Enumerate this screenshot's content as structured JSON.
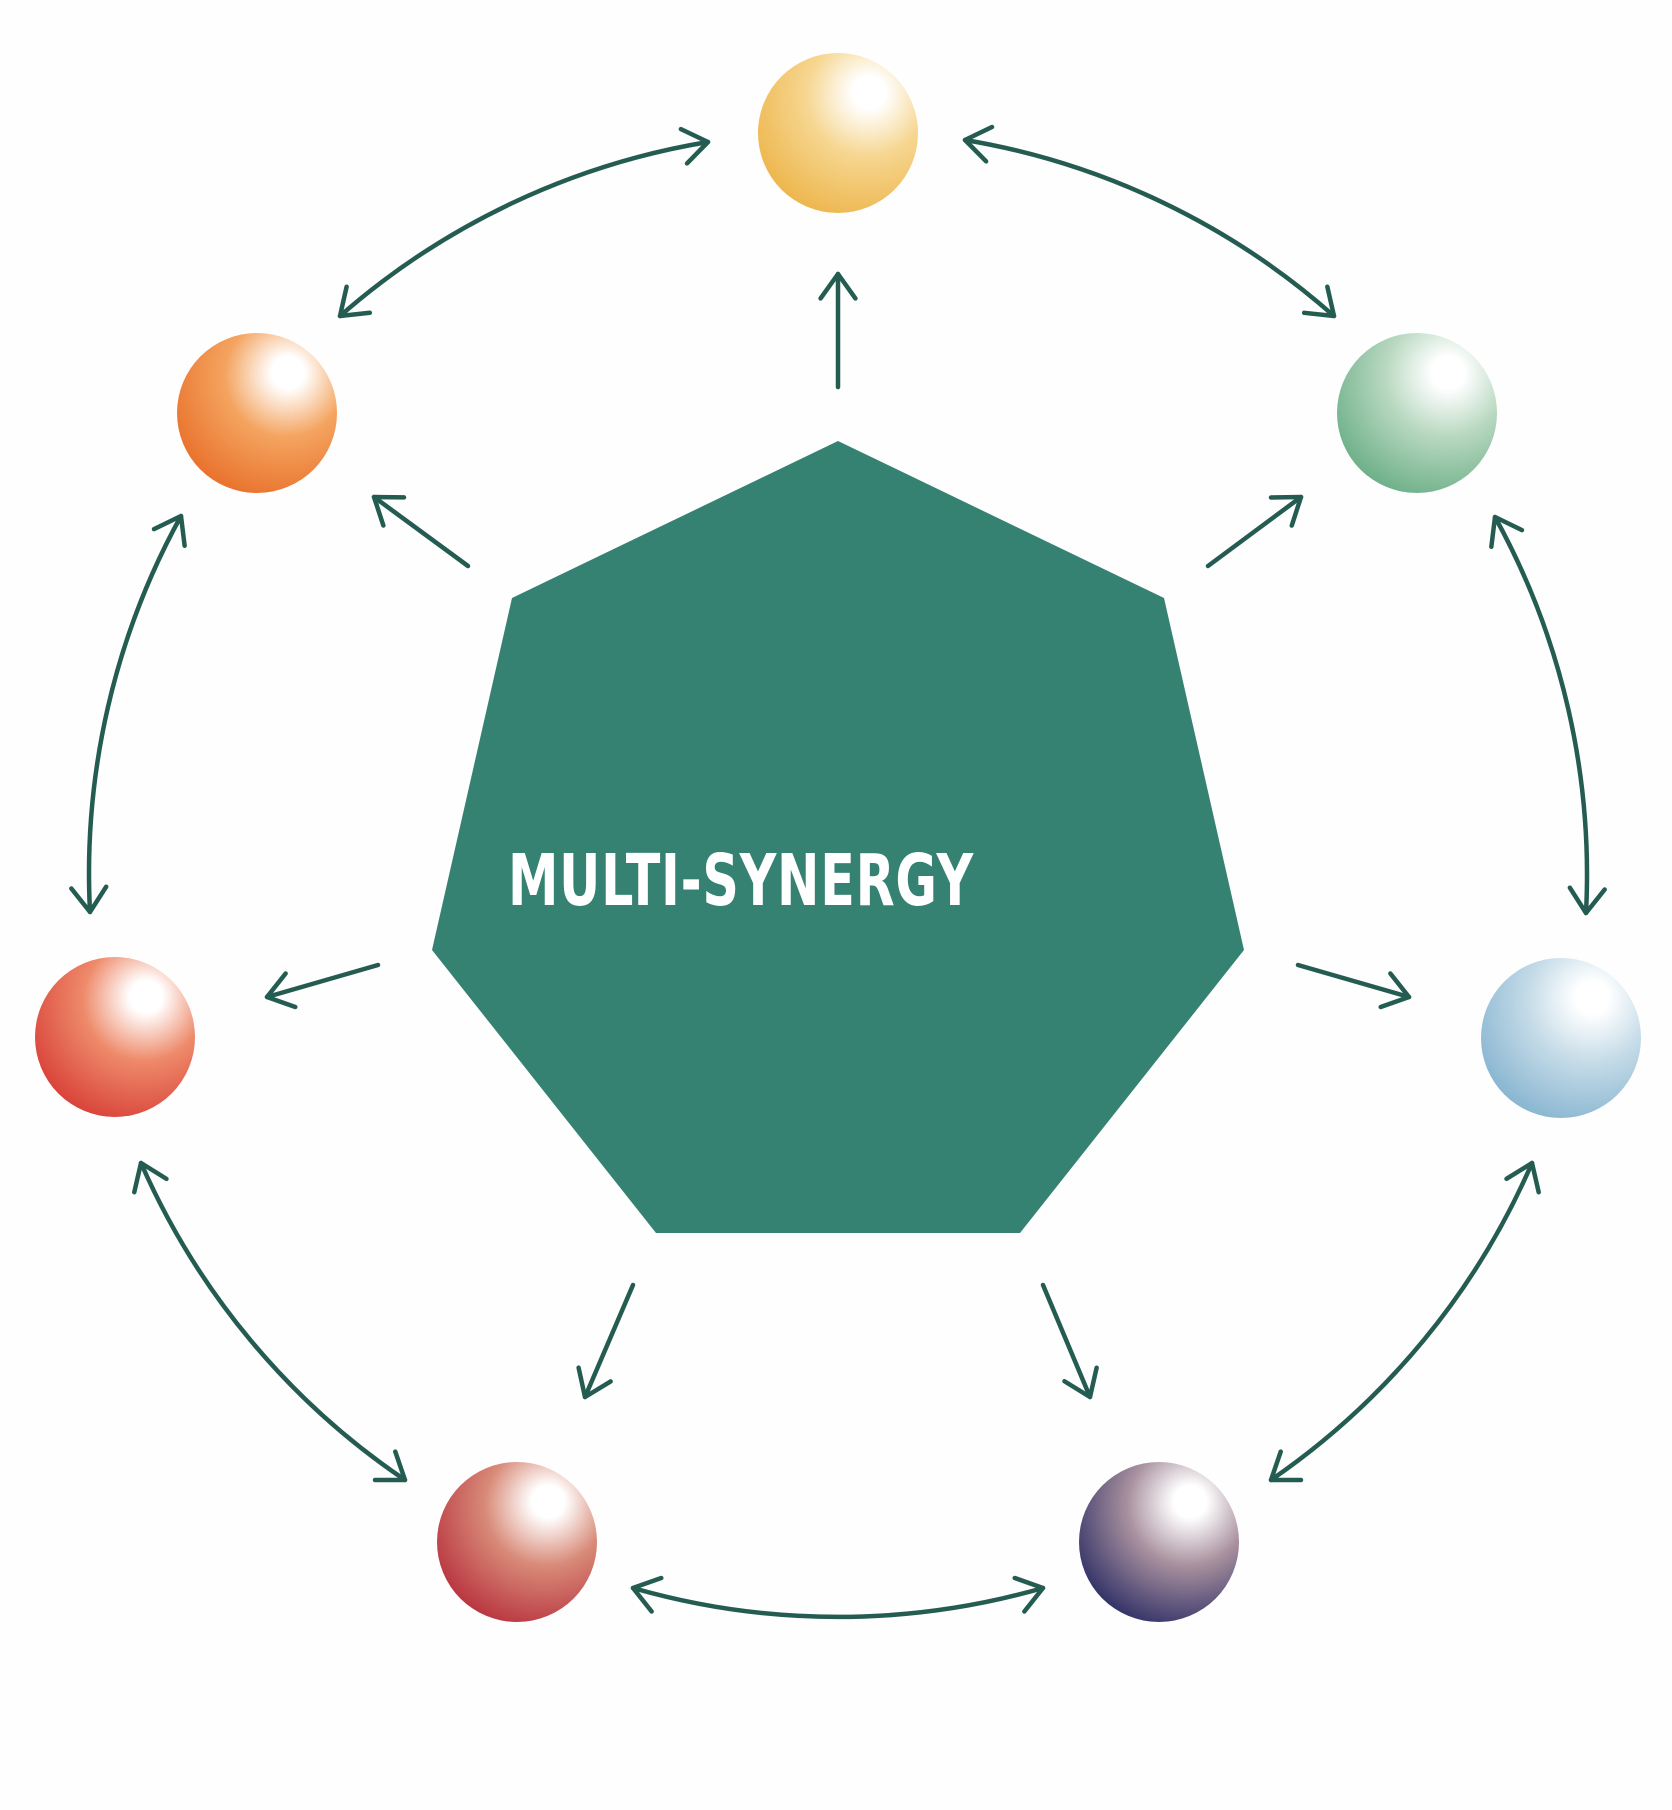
{
  "diagram": {
    "title": "MULTI-SYNERGY",
    "hub": {
      "shape": "heptagon",
      "label": "MULTI-SYNERGY",
      "fill_color": "#358273",
      "text_color": "#ffffff"
    },
    "arrow_color": "#255C52",
    "nodes": [
      {
        "id": "top",
        "color_name": "yellow",
        "edge_color": "#EDB54A",
        "mid_color": "#F6D690"
      },
      {
        "id": "upper-right",
        "color_name": "green",
        "edge_color": "#6AAE86",
        "mid_color": "#B8D8C0"
      },
      {
        "id": "right",
        "color_name": "light-blue",
        "edge_color": "#86B4D0",
        "mid_color": "#C6DCE8"
      },
      {
        "id": "lower-right",
        "color_name": "purple",
        "edge_color": "#2E2F66",
        "mid_color": "#A8909E"
      },
      {
        "id": "lower-left",
        "color_name": "dark-red",
        "edge_color": "#B8323E",
        "mid_color": "#D88A78"
      },
      {
        "id": "left",
        "color_name": "red-orange",
        "edge_color": "#D84038",
        "mid_color": "#EE8A6A"
      },
      {
        "id": "upper-left",
        "color_name": "orange",
        "edge_color": "#E8702A",
        "mid_color": "#F4A460"
      }
    ],
    "hub_to_node_arrows": [
      {
        "from": "hub",
        "to": "top",
        "direction": "one-way"
      },
      {
        "from": "hub",
        "to": "upper-right",
        "direction": "one-way"
      },
      {
        "from": "hub",
        "to": "right",
        "direction": "one-way"
      },
      {
        "from": "hub",
        "to": "lower-right",
        "direction": "one-way"
      },
      {
        "from": "hub",
        "to": "lower-left",
        "direction": "one-way"
      },
      {
        "from": "hub",
        "to": "left",
        "direction": "one-way"
      },
      {
        "from": "hub",
        "to": "upper-left",
        "direction": "one-way"
      }
    ],
    "node_to_node_arrows": [
      {
        "a": "upper-left",
        "b": "top",
        "direction": "two-way"
      },
      {
        "a": "top",
        "b": "upper-right",
        "direction": "two-way"
      },
      {
        "a": "upper-right",
        "b": "right",
        "direction": "two-way"
      },
      {
        "a": "right",
        "b": "lower-right",
        "direction": "two-way"
      },
      {
        "a": "lower-right",
        "b": "lower-left",
        "direction": "two-way"
      },
      {
        "a": "lower-left",
        "b": "left",
        "direction": "two-way"
      },
      {
        "a": "left",
        "b": "upper-left",
        "direction": "two-way"
      }
    ]
  }
}
